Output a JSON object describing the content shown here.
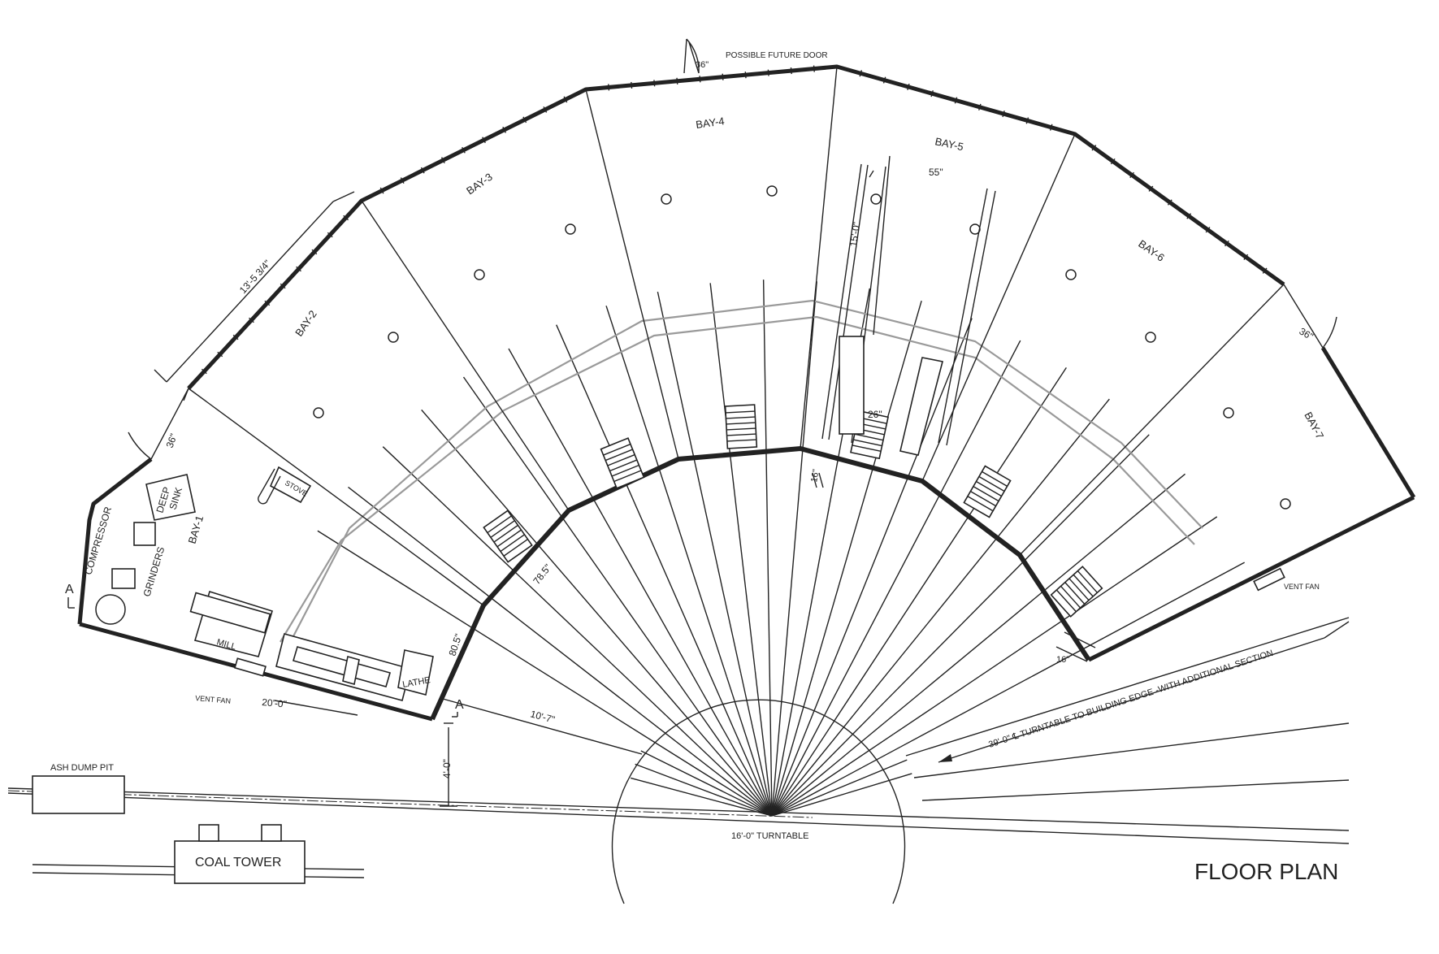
{
  "title": "FLOOR PLAN",
  "bays": [
    "BAY-1",
    "BAY-2",
    "BAY-3",
    "BAY-4",
    "BAY-5",
    "BAY-6",
    "BAY-7"
  ],
  "equipment": {
    "compressor": "COMPRESSOR",
    "grinders": "GRINDERS",
    "deep_sink_1": "DEEP",
    "deep_sink_2": "SINK",
    "stove": "STOVE",
    "mill": "MILL",
    "lathe": "LATHE",
    "vent_fan_left": "VENT FAN",
    "vent_fan_right": "VENT FAN",
    "turntable": "16'-0\" TURNTABLE",
    "ash_dump_pit": "ASH DUMP PIT",
    "coal_tower": "COAL TOWER",
    "possible_future_door": "POSSIBLE FUTURE DOOR"
  },
  "dimensions": {
    "d_13_5": "13'-5 3/4\"",
    "d_36_left": "36\"",
    "d_36_top": "36\"",
    "d_36_right": "36\"",
    "d_20_0": "20'-0\"",
    "d_80_5": "80.5\"",
    "d_78_5": "78.5\"",
    "d_10_7": "10'-7\"",
    "d_4_0": "4'-0\"",
    "d_15_0": "15'-0\"",
    "d_55": "55\"",
    "d_26": "26\"",
    "d_16_a": "16\"",
    "d_16_b": "16\"",
    "d_39_0": "39'-0\" ℄ TURNTABLE TO BUILDING EDGE -WITH ADDITIONAL SECTION"
  },
  "section_marks": [
    "A",
    "A"
  ]
}
